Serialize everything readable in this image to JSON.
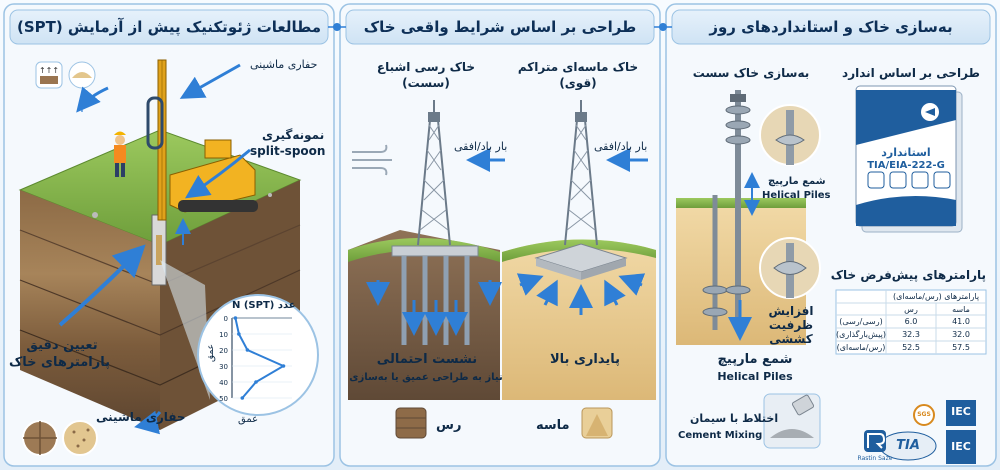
{
  "panels": {
    "right": {
      "header": "به‌سازی خاک و استانداردهای روز",
      "col_design": {
        "title": "طراحی بر اساس اندارد",
        "book_line1": "استاندارد",
        "book_line2": "TIA/EIA-222-G"
      },
      "col_improve": {
        "title": "به‌سازی خاک سست",
        "helical_label_fa": "شمع مارپیچ",
        "helical_label_en": "Helical Piles",
        "capacity_line1": "افزایش",
        "capacity_line2": "ظرفیت",
        "capacity_line3": "کششی",
        "helical_bottom_fa": "شمع مارپیچ",
        "helical_bottom_en": "Helical Piles",
        "cement_fa": "اختلاط با سیمان",
        "cement_en": "Cement Mixing"
      },
      "params": {
        "title": "پارامترهای پیش‌فرض خاک",
        "table_header": "پارامترهای (رس/ماسه‌ای)",
        "col_headers": [
          "ماسه",
          "رس"
        ],
        "rows": [
          {
            "label": "(رسی/رسی)",
            "sand": "41.0",
            "clay": "6.0"
          },
          {
            "label": "(پیش‌بارگذاری)",
            "sand": "32.0",
            "clay": "32.3"
          },
          {
            "label": "(رس/ماسه‌ای)",
            "sand": "57.5",
            "clay": "52.5"
          }
        ]
      },
      "logos": {
        "iec_top": "IEC",
        "iec_bottom": "IEC",
        "tia": "TIA",
        "sgs": "SGS",
        "rastin": "Rastin Saze"
      }
    },
    "middle": {
      "header": "طراحی بر اساس شرایط واقعی خاک",
      "sand_title": "خاک ماسه‌ای متراکم",
      "sand_sub": "(قوی)",
      "clay_title": "خاک رسی اشباع",
      "clay_sub": "(سست)",
      "wind_label_1": "بار باد/افقی",
      "wind_label_2": "بار باد/افقی",
      "stability": "پایداری بالا",
      "settlement": "نشست احتمالی",
      "settlement_note": "نیاز به طراحی عمیق یا به‌سازی",
      "legend_sand": "ماسه",
      "legend_clay": "رس"
    },
    "left": {
      "header": "مطالعات ژئوتکنیک پیش از آزمایش (SPT)",
      "drilling": "حفاری ماشینی",
      "sampling_fa": "نمونه‌گیری",
      "sampling_en": "split-spoon",
      "params_line1": "تعیین دقیق",
      "params_line2": "پارامترهای خاک",
      "drilling_bottom": "حفاری ماشینی",
      "chart_title": "عدد N (SPT)",
      "depth_label": "عمق",
      "depth_label_bottom": "عمق",
      "depth_ticks": [
        "0",
        "10",
        "20",
        "30",
        "40",
        "50"
      ]
    }
  },
  "chart_data": {
    "type": "line",
    "title": "عدد N (SPT)",
    "xlabel": "",
    "ylabel": "عمق",
    "y": [
      0,
      10,
      20,
      30,
      40,
      50
    ],
    "x": [
      2,
      4,
      9,
      30,
      14,
      6
    ],
    "ylim": [
      0,
      50
    ],
    "y_inverted": true
  },
  "colors": {
    "header_bg": "#d6e7f5",
    "panel_border": "#9cc3e4",
    "title_blue": "#0d2f57",
    "arrow_blue": "#2f7fd6",
    "grass": "#7fb04a",
    "sand": "#e8c98e",
    "clay_soil": "#8a6a47"
  }
}
